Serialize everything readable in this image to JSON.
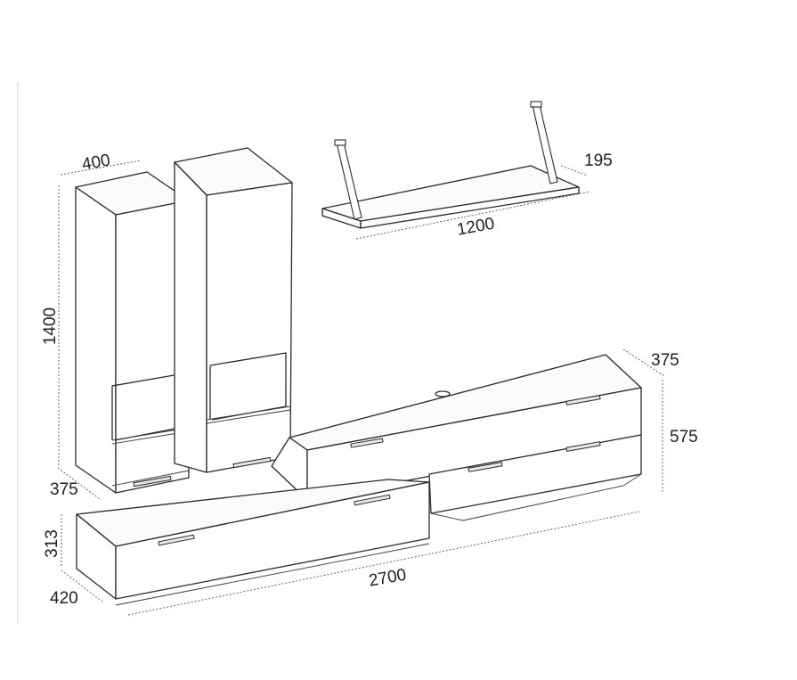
{
  "dimensions": {
    "cabinet_width": "400",
    "cabinet_height": "1400",
    "cabinet_depth": "375",
    "shelf_depth": "195",
    "shelf_length": "1200",
    "tv_unit_depth": "375",
    "tv_unit_height": "575",
    "low_unit_height": "313",
    "low_unit_depth": "420",
    "total_width": "2700"
  },
  "colors": {
    "line": "#2a2a2a",
    "dimension": "#555555",
    "background": "#ffffff"
  }
}
